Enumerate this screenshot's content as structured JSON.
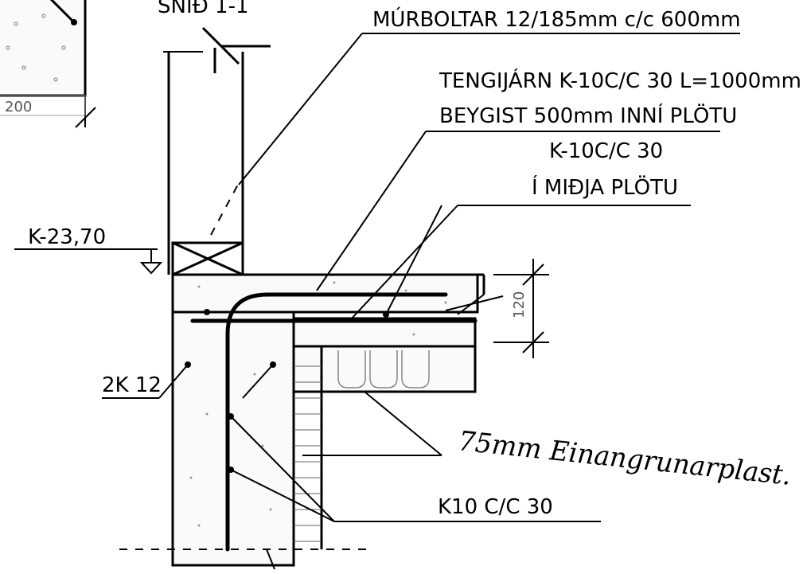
{
  "title_fragment": "SNIÐ 1-1",
  "dimension_200": "200",
  "dimension_120": "120",
  "labels": {
    "murboltar": "MÚRBOLTAR 12/185mm c/c 600mm",
    "tengijarn_1": "TENGIJÁRN K-10C/C 30 L=1000mm",
    "tengijarn_2": "BEYGIST 500mm INNÍ PLÖTU",
    "k10_1": "K-10C/C 30",
    "k10_2": "Í MIÐJA PLÖTU",
    "level": "K-23,70",
    "two_k12": "2K 12",
    "k10_cc30": "K10 C/C 30",
    "handwritten": "75mm Einangrunarplast."
  }
}
